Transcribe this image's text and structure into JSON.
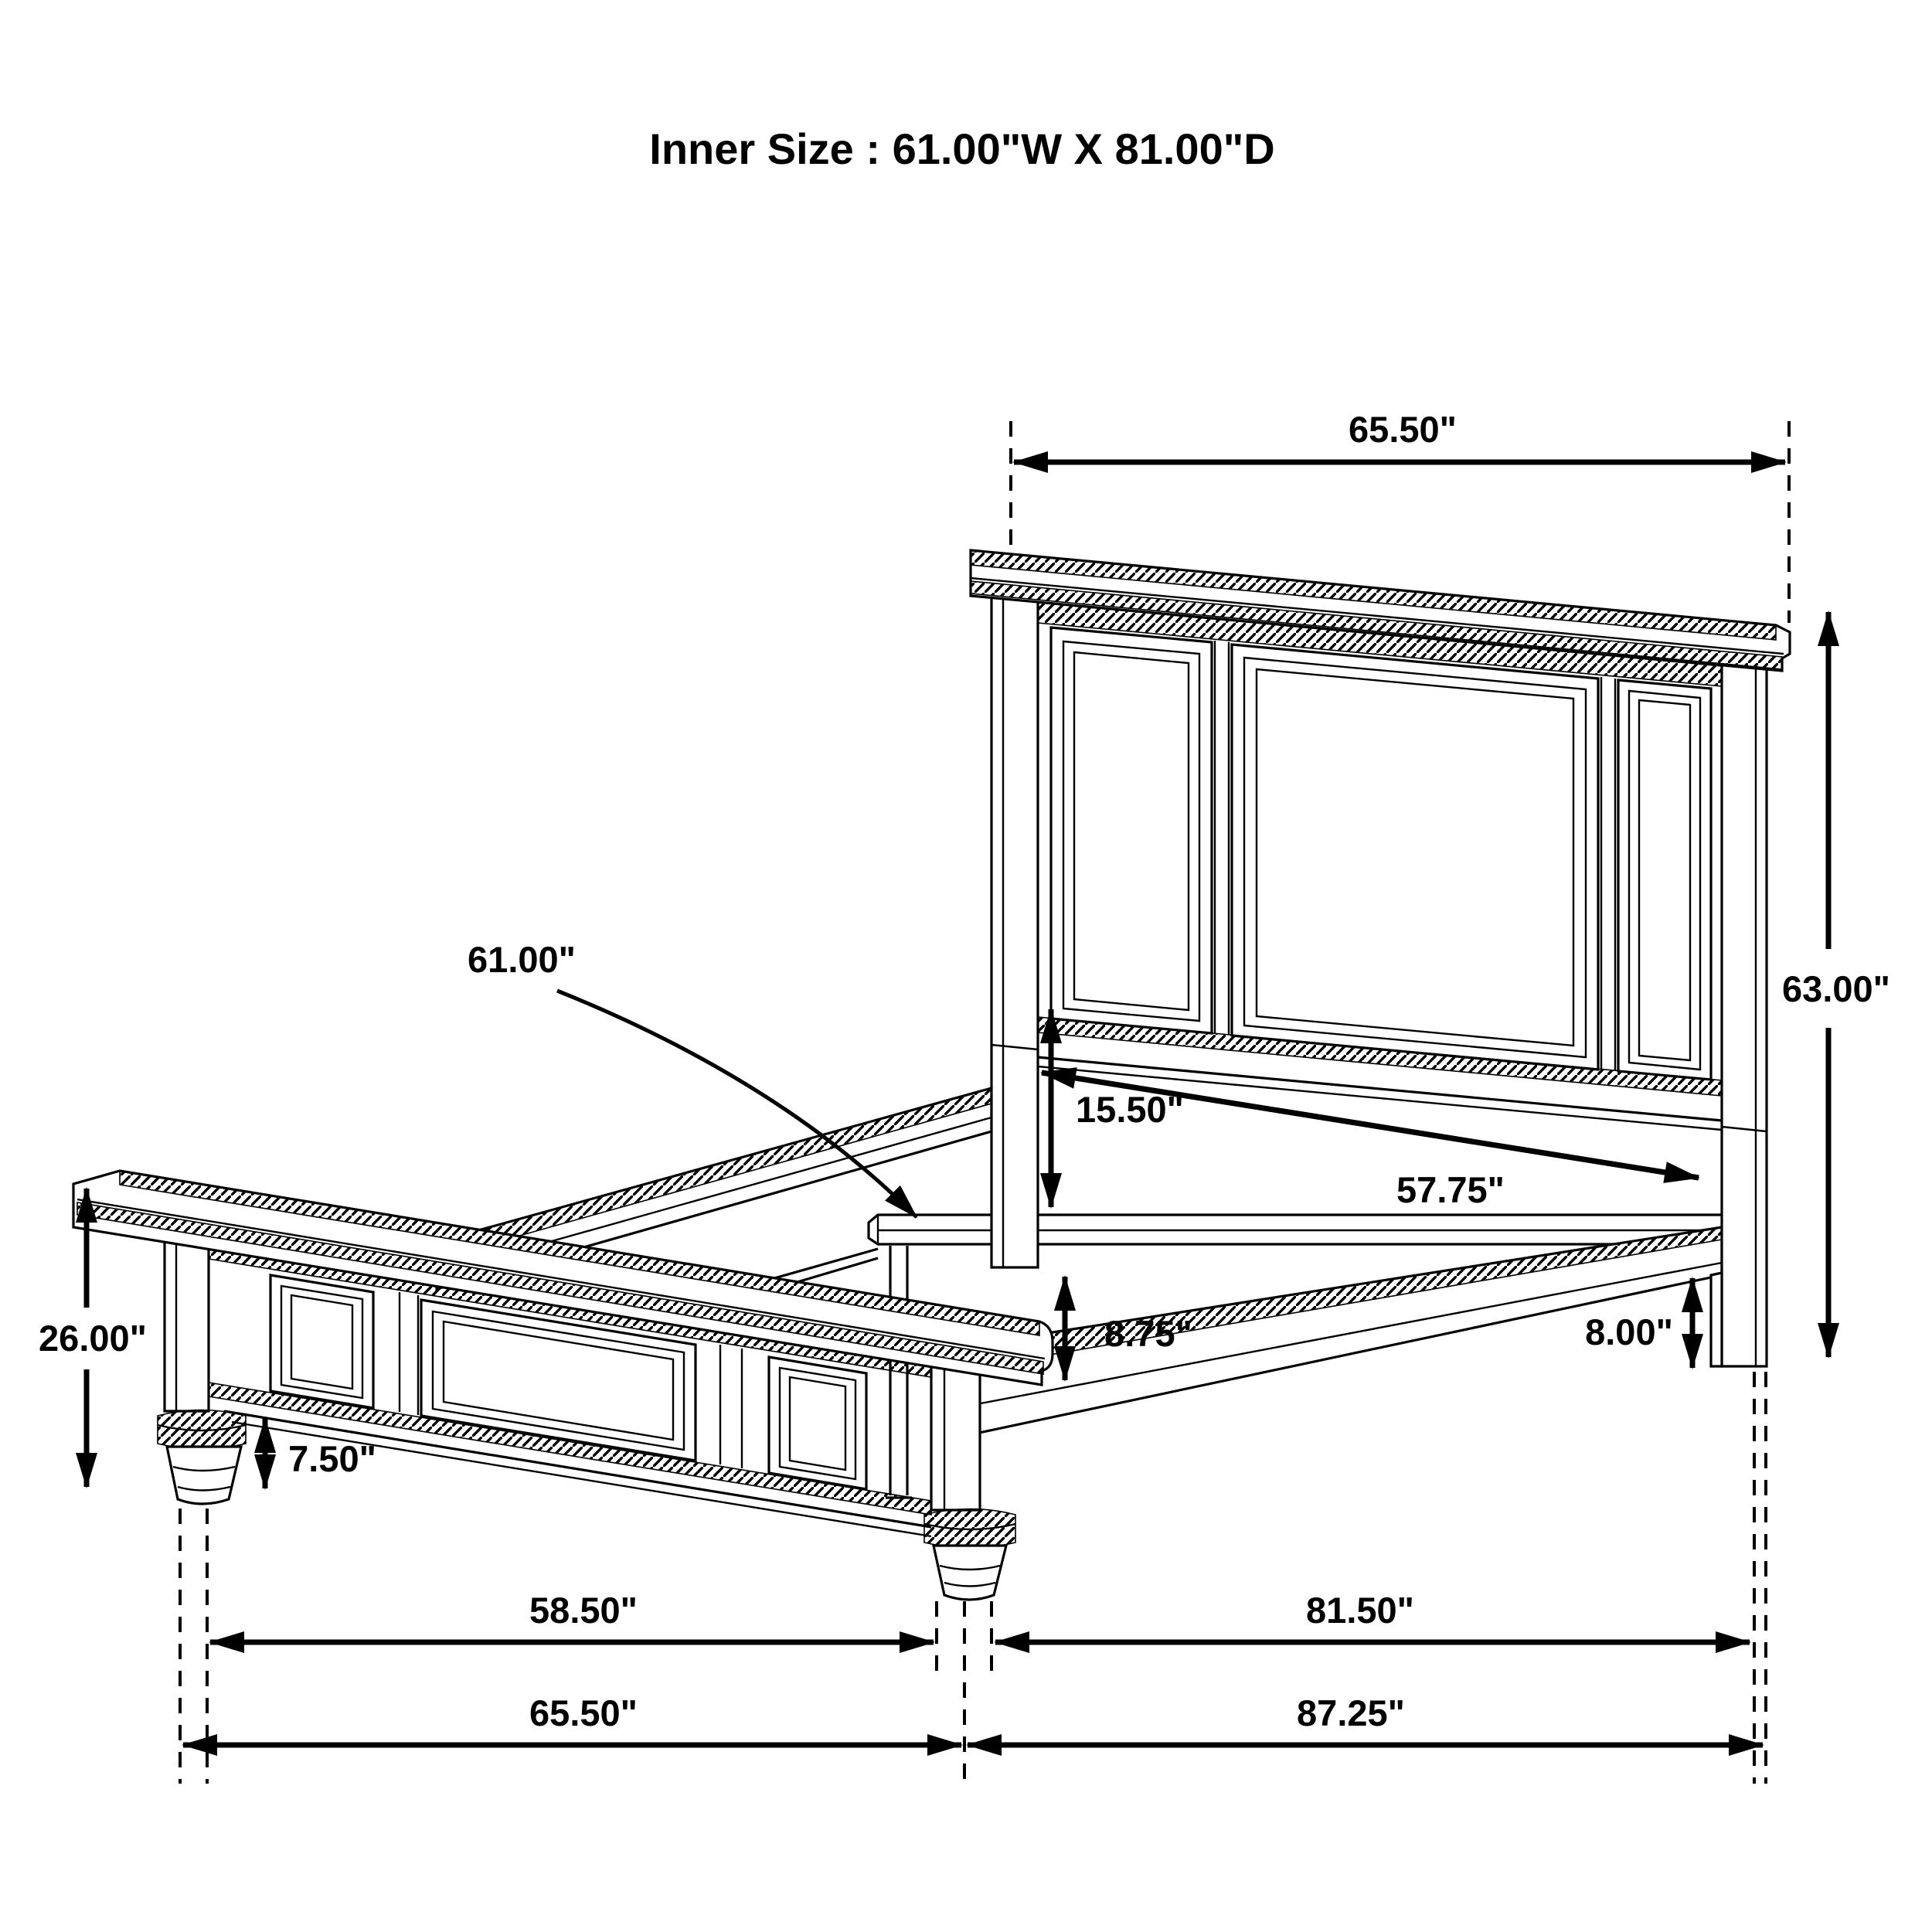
{
  "title": "Inner Size : 61.00\"W X 81.00\"D",
  "colors": {
    "line": "#000000",
    "background": "#ffffff"
  },
  "dimensions": {
    "top_width": "65.50\"",
    "headboard_height": "63.00\"",
    "inner_width": "61.00\"",
    "headboard_inner_width": "57.75\"",
    "headboard_rail_to_slat": "15.50\"",
    "slat_to_rail": "8.75\"",
    "rail_clearance": "8.00\"",
    "footboard_height": "26.00\"",
    "footboard_leg_height": "7.50\"",
    "footboard_inner_width": "58.50\"",
    "side_rail_length": "81.50\"",
    "footboard_overall_width": "65.50\"",
    "overall_depth": "87.25\""
  }
}
